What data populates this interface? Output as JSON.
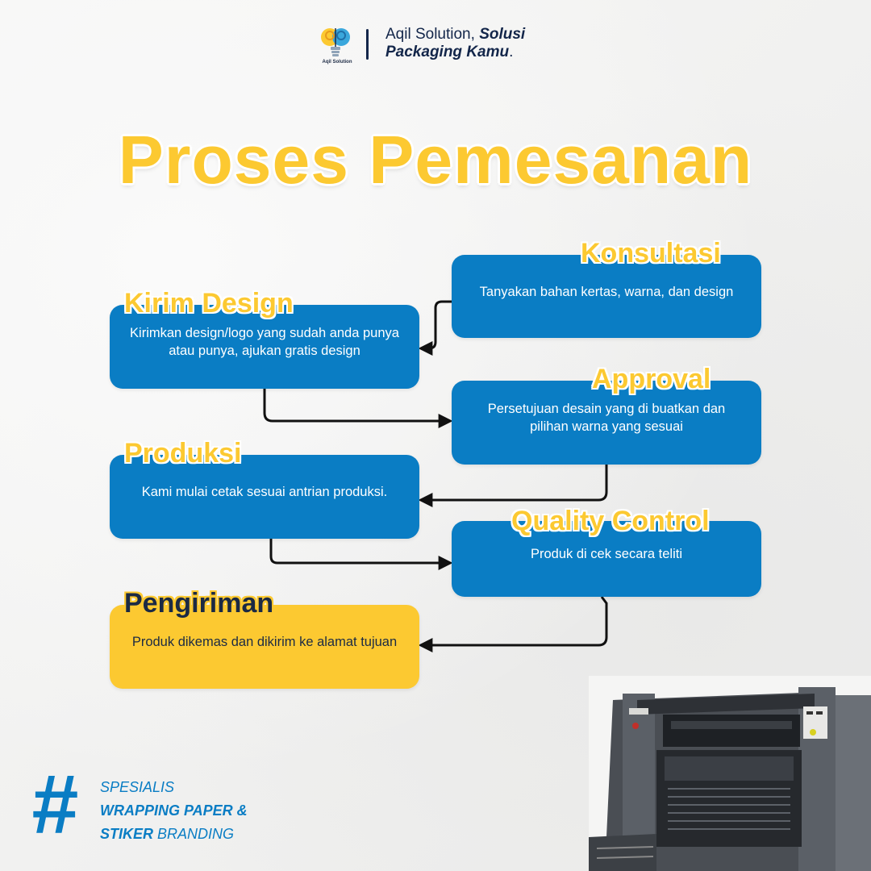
{
  "header": {
    "logo_text": "Aqil Solution",
    "tagline_plain": "Aqil Solution, ",
    "tagline_bold_1": "Solusi",
    "tagline_bold_2": "Packaging Kamu",
    "tagline_end": "."
  },
  "title": "Proses Pemesanan",
  "steps": [
    {
      "label": "Konsultasi",
      "description": "Tanyakan bahan kertas, warna, dan design"
    },
    {
      "label": "Kirim Design",
      "description": "Kirimkan design/logo yang sudah anda punya atau punya, ajukan gratis design"
    },
    {
      "label": "Approval",
      "description": "Persetujuan desain yang di buatkan dan pilihan warna yang sesuai"
    },
    {
      "label": "Produksi",
      "description": "Kami mulai cetak sesuai antrian produksi."
    },
    {
      "label": "Quality Control",
      "description": "Produk di cek secara teliti"
    },
    {
      "label": "Pengiriman",
      "description": "Produk dikemas dan dikirim ke alamat tujuan"
    }
  ],
  "footer": {
    "hash": "#",
    "line1": "SPESIALIS",
    "line2": "WRAPPING PAPER &",
    "line3_bold": "STIKER",
    "line3_rest": " BRANDING"
  },
  "colors": {
    "accent_yellow": "#fcc931",
    "accent_blue": "#0a7dc4",
    "navy": "#13264a"
  },
  "icons": {
    "logo": "lightbulb-brain-icon",
    "machine": "printing-machine-photo"
  }
}
